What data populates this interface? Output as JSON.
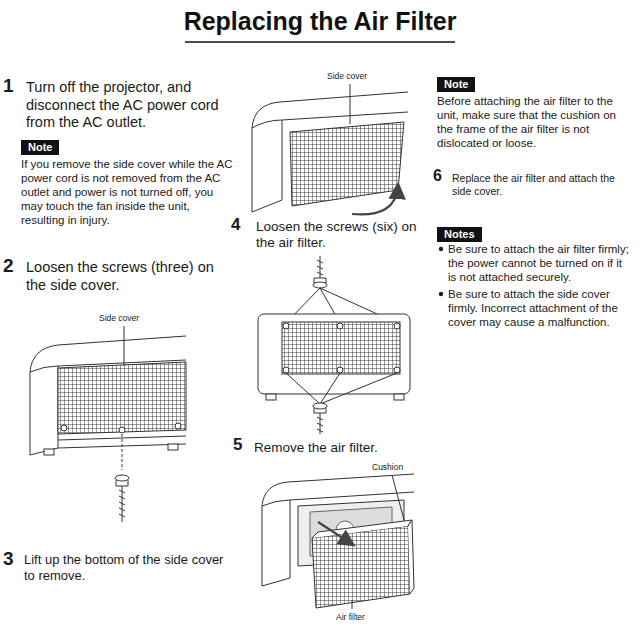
{
  "diagram": {
    "title": "Replacing the Air Filter",
    "nodes": [
      {
        "text": [
          "Note"
        ]
      },
      {
        "text": [
          "Note"
        ]
      },
      {
        "text": [
          "Notes"
        ]
      }
    ],
    "labels": [
      "1",
      "Turn off the projector, and disconnect the AC power cord from the AC outlet.",
      "If you remove the side cover while the AC power cord is not removed from the AC outlet and power is not turned off, you may touch the fan inside the unit, resulting in injury.",
      "2",
      "Loosen the screws (three) on the side cover.",
      "Side cover",
      "3",
      "Lift up the bottom of the side cover to remove.",
      "Side cover",
      "4",
      "Loosen the screws (six) on the air filter.",
      "5",
      "Remove the air filter.",
      "Cushion",
      "Air filter",
      "Before attaching the air filter to the unit, make sure that the cushion on the frame of the air filter is not dislocated or loose.",
      "6",
      "Replace the air filter and attach the side cover.",
      "Be sure to attach the air filter firmly; the power cannot be turned on if it is not attached securely.",
      "Be sure to attach the side cover firmly. Incorrect attachment of the cover may cause a malfunction."
    ]
  }
}
